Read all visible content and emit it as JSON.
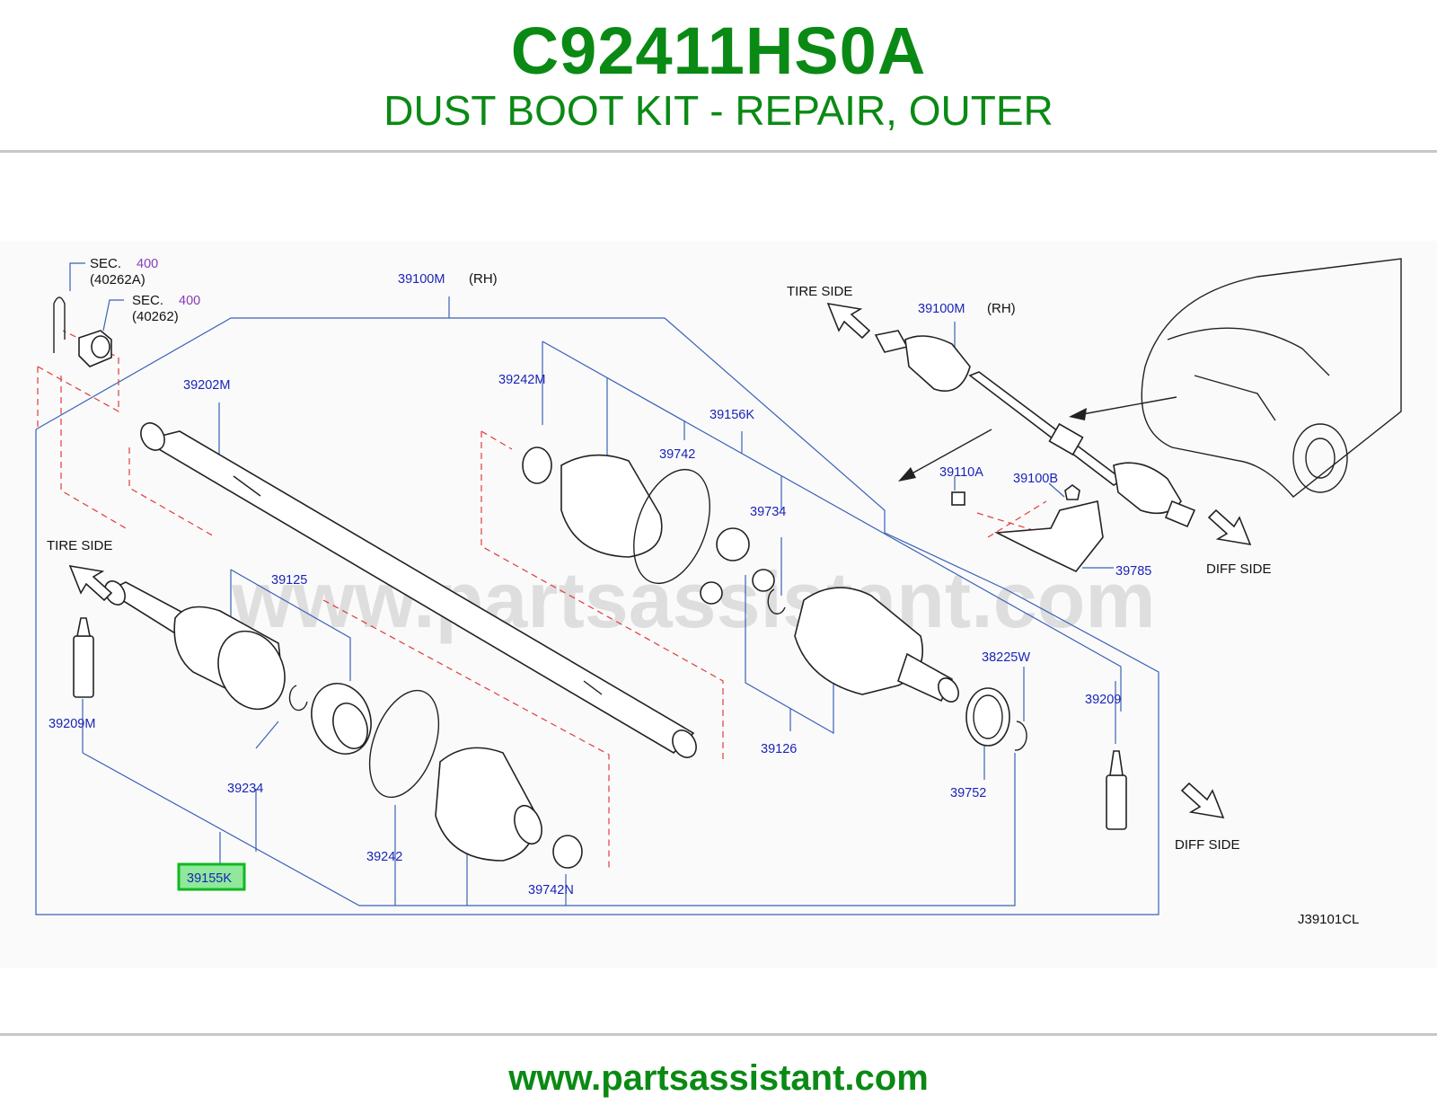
{
  "header": {
    "part_number": "C92411HS0A",
    "part_description": "DUST BOOT KIT - REPAIR, OUTER"
  },
  "diagram": {
    "watermark": "www.partsassistant.com",
    "reference_code": "J39101CL",
    "highlighted_part": "39155K",
    "labels": {
      "sec1": "SEC.",
      "sec1_num": "400",
      "sec1_ref": "(40262A)",
      "sec2": "SEC.",
      "sec2_num": "400",
      "sec2_ref": "(40262)",
      "p39100M": "39100M",
      "rh1": "(RH)",
      "p39202M": "39202M",
      "p39242M": "39242M",
      "p39156K": "39156K",
      "p39742": "39742",
      "p39734": "39734",
      "p39125": "39125",
      "p39209M": "39209M",
      "p39234": "39234",
      "p39155K": "39155K",
      "p39242": "39242",
      "p39742N": "39742N",
      "p39126": "39126",
      "p38225W": "38225W",
      "p39752": "39752",
      "p39209": "39209",
      "p39100M_2": "39100M",
      "rh2": "(RH)",
      "p39110A": "39110A",
      "p39100B": "39100B",
      "p39785": "39785",
      "tire_side_1": "TIRE   SIDE",
      "tire_side_2": "TIRE   SIDE",
      "diff_side_1": "DIFF   SIDE",
      "diff_side_2": "DIFF   SIDE"
    }
  },
  "footer": {
    "url": "www.partsassistant.com"
  },
  "colors": {
    "title_green": "#0a8a14",
    "label_blue": "#1a24b8",
    "section_purple": "#8a3ab8",
    "leader_blue": "#3a62b8",
    "dash_red": "#e23b3b",
    "highlight_green": "#10b81f"
  }
}
